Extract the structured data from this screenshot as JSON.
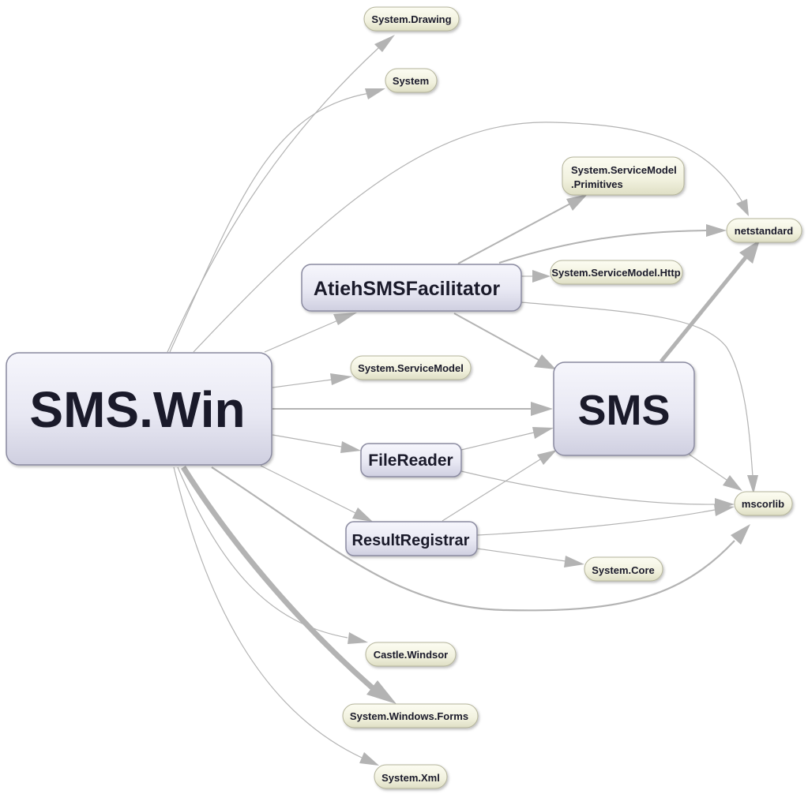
{
  "colors": {
    "background": "#ffffff",
    "project_fill_light": "#f4f4fb",
    "project_fill_dark": "#d4d4e4",
    "project_stroke": "#8a8aa0",
    "assembly_fill_light": "#fbfbf0",
    "assembly_fill_dark": "#e3e3cc",
    "assembly_stroke": "#b4b49a",
    "edge": "#b3b3b3",
    "text": "#1a1a2a"
  },
  "nodes": {
    "sms_win": "SMS.Win",
    "sms": "SMS",
    "atieh": "AtiehSMSFacilitator",
    "filereader": "FileReader",
    "resultregistrar": "ResultRegistrar",
    "system_drawing": "System.Drawing",
    "system": "System",
    "sm_primitives_1": "System.ServiceModel",
    "sm_primitives_2": ".Primitives",
    "netstandard": "netstandard",
    "sm_http": "System.ServiceModel.Http",
    "system_servicemodel": "System.ServiceModel",
    "mscorlib": "mscorlib",
    "system_core": "System.Core",
    "castle_windsor": "Castle.Windsor",
    "system_windows_forms": "System.Windows.Forms",
    "system_xml": "System.Xml"
  },
  "edges": [
    {
      "from": "sms_win",
      "to": "system_drawing",
      "weight": "thin"
    },
    {
      "from": "sms_win",
      "to": "system",
      "weight": "thin"
    },
    {
      "from": "sms_win",
      "to": "netstandard",
      "weight": "thin"
    },
    {
      "from": "sms_win",
      "to": "atieh",
      "weight": "thin"
    },
    {
      "from": "sms_win",
      "to": "system_servicemodel",
      "weight": "thin"
    },
    {
      "from": "sms_win",
      "to": "sms",
      "weight": "medium"
    },
    {
      "from": "sms_win",
      "to": "filereader",
      "weight": "thin"
    },
    {
      "from": "sms_win",
      "to": "resultregistrar",
      "weight": "thin"
    },
    {
      "from": "sms_win",
      "to": "mscorlib",
      "weight": "medium"
    },
    {
      "from": "sms_win",
      "to": "castle_windsor",
      "weight": "thin"
    },
    {
      "from": "sms_win",
      "to": "system_windows_forms",
      "weight": "heavy"
    },
    {
      "from": "sms_win",
      "to": "system_xml",
      "weight": "thin"
    },
    {
      "from": "atieh",
      "to": "sm_primitives",
      "weight": "medium"
    },
    {
      "from": "atieh",
      "to": "netstandard",
      "weight": "medium"
    },
    {
      "from": "atieh",
      "to": "sm_http",
      "weight": "thin"
    },
    {
      "from": "atieh",
      "to": "sms",
      "weight": "medium"
    },
    {
      "from": "atieh",
      "to": "mscorlib",
      "weight": "thin"
    },
    {
      "from": "sms",
      "to": "netstandard",
      "weight": "heavy"
    },
    {
      "from": "sms",
      "to": "mscorlib",
      "weight": "thin"
    },
    {
      "from": "filereader",
      "to": "sms",
      "weight": "thin"
    },
    {
      "from": "filereader",
      "to": "mscorlib",
      "weight": "thin"
    },
    {
      "from": "resultregistrar",
      "to": "sms",
      "weight": "thin"
    },
    {
      "from": "resultregistrar",
      "to": "mscorlib",
      "weight": "thin"
    },
    {
      "from": "resultregistrar",
      "to": "system_core",
      "weight": "thin"
    }
  ]
}
